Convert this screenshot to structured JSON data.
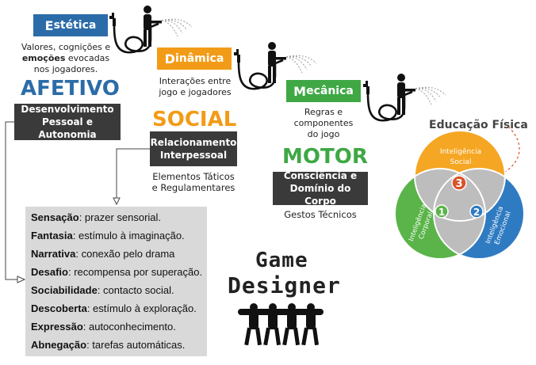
{
  "mda": {
    "estetica": {
      "first": "E",
      "rest": "stética",
      "color": "#2b6ca8",
      "desc": [
        "Valores, cognições e",
        "emoções evocadas",
        "nos jogadores."
      ],
      "desc_bold_word": "emoções"
    },
    "dinamica": {
      "first": "D",
      "rest": "inâmica",
      "color": "#f29b17",
      "desc": [
        "Interações entre",
        "jogo e jogadores"
      ]
    },
    "mecanica": {
      "first": "M",
      "rest": "ecânica",
      "color": "#3fa845",
      "desc": [
        "Regras e",
        "componentes",
        "do jogo"
      ]
    }
  },
  "domains": {
    "afetivo": {
      "title": "AFETIVO",
      "color": "#2b6ca8",
      "box": [
        "Desenvolvimento",
        "Pessoal e Autonomia"
      ]
    },
    "social": {
      "title": "SOCIAL",
      "color": "#f29b17",
      "box": [
        "Relacionamento",
        "Interpessoal"
      ],
      "desc": [
        "Elementos Táticos",
        "e Regulamentares"
      ]
    },
    "motor": {
      "title": "MOTOR",
      "color": "#3fa845",
      "box": [
        "Consciência e",
        "Domínio do Corpo"
      ],
      "desc": [
        "Gestos Técnicos"
      ]
    }
  },
  "aesthetics": [
    {
      "term": "Sensação",
      "text": ": prazer sensorial."
    },
    {
      "term": "Fantasia",
      "text": ": estímulo à imaginação."
    },
    {
      "term": "Narrativa",
      "text": ": conexão pelo drama"
    },
    {
      "term": "Desafio",
      "text": ": recompensa por superação."
    },
    {
      "term": "Sociabilidade",
      "text": ": contacto social."
    },
    {
      "term": "Descoberta",
      "text": ": estímulo à exploração."
    },
    {
      "term": "Expressão",
      "text": ": autoconhecimento."
    },
    {
      "term": "Abnegação",
      "text": ": tarefas automáticas."
    }
  ],
  "game_designer": {
    "line1": "Game",
    "line2": "Designer"
  },
  "venn": {
    "title": "Educação Física",
    "circles": [
      {
        "num": "3",
        "label": [
          "Inteligência",
          "Social"
        ],
        "color": "#f5a623"
      },
      {
        "num": "1",
        "label": [
          "Inteligência",
          "Corporal"
        ],
        "color": "#5ab449"
      },
      {
        "num": "2",
        "label": [
          "Inteligência",
          "Emocional"
        ],
        "color": "#2f7bc2"
      }
    ],
    "num_badge_color": "#d9532b"
  },
  "icons": [
    "faucet-icon",
    "hose-icon",
    "person-watering-icon",
    "team-carrying-log-icon"
  ]
}
